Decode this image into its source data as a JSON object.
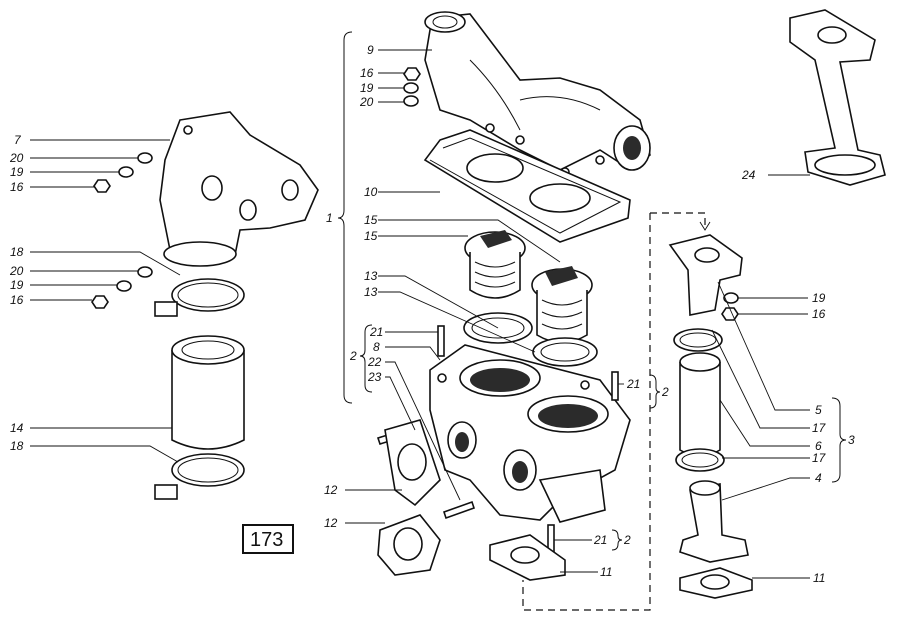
{
  "figure_number": "173",
  "callouts": {
    "c9": "9",
    "c16a": "16",
    "c19a": "19",
    "c20a": "20",
    "c7": "7",
    "c20b": "20",
    "c19b": "19",
    "c16b": "16",
    "c10": "10",
    "c1": "1",
    "c15a": "15",
    "c15b": "15",
    "c18a": "18",
    "c20c": "20",
    "c19c": "19",
    "c16c": "16",
    "c13a": "13",
    "c13b": "13",
    "c21a": "21",
    "c2a": "2",
    "c8": "8",
    "c22": "22",
    "c23": "23",
    "c21b": "21",
    "c2b": "2",
    "c14": "14",
    "c18b": "18",
    "c12a": "12",
    "c12b": "12",
    "c21c": "21",
    "c2c": "2",
    "c11a": "11",
    "c24": "24",
    "c19d": "19",
    "c16d": "16",
    "c5": "5",
    "c17a": "17",
    "c6": "6",
    "c3": "3",
    "c17b": "17",
    "c4": "4",
    "c11b": "11"
  }
}
